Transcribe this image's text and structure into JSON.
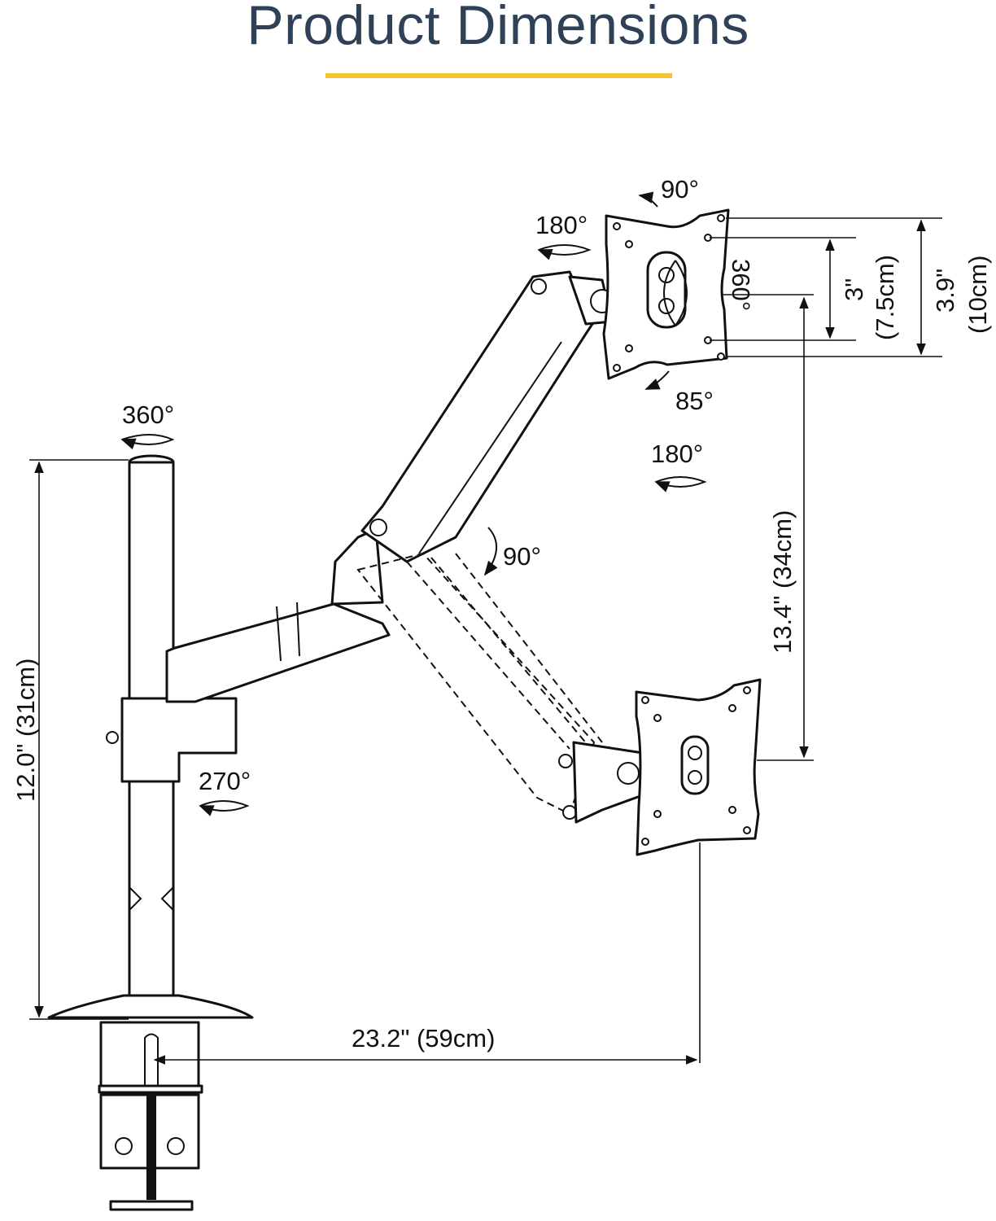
{
  "title": "Product Dimensions",
  "accent_color": "#f2c230",
  "title_color": "#2f4156",
  "rotations": {
    "pole_top": "360°",
    "pole_collar": "270°",
    "tilt_up": "90°",
    "tilt_down": "85°",
    "head_swivel": "180°",
    "arm_swivel": "180°",
    "plate_rotate": "360°",
    "arm_lift": "90°"
  },
  "dimensions": {
    "pole_height": "12.0\" (31cm)",
    "reach": "23.2\" (59cm)",
    "vertical_range": "13.4\" (34cm)",
    "vesa_small": "3\"",
    "vesa_small_metric": "(7.5cm)",
    "vesa_large": "3.9\"",
    "vesa_large_metric": "(10cm)"
  }
}
